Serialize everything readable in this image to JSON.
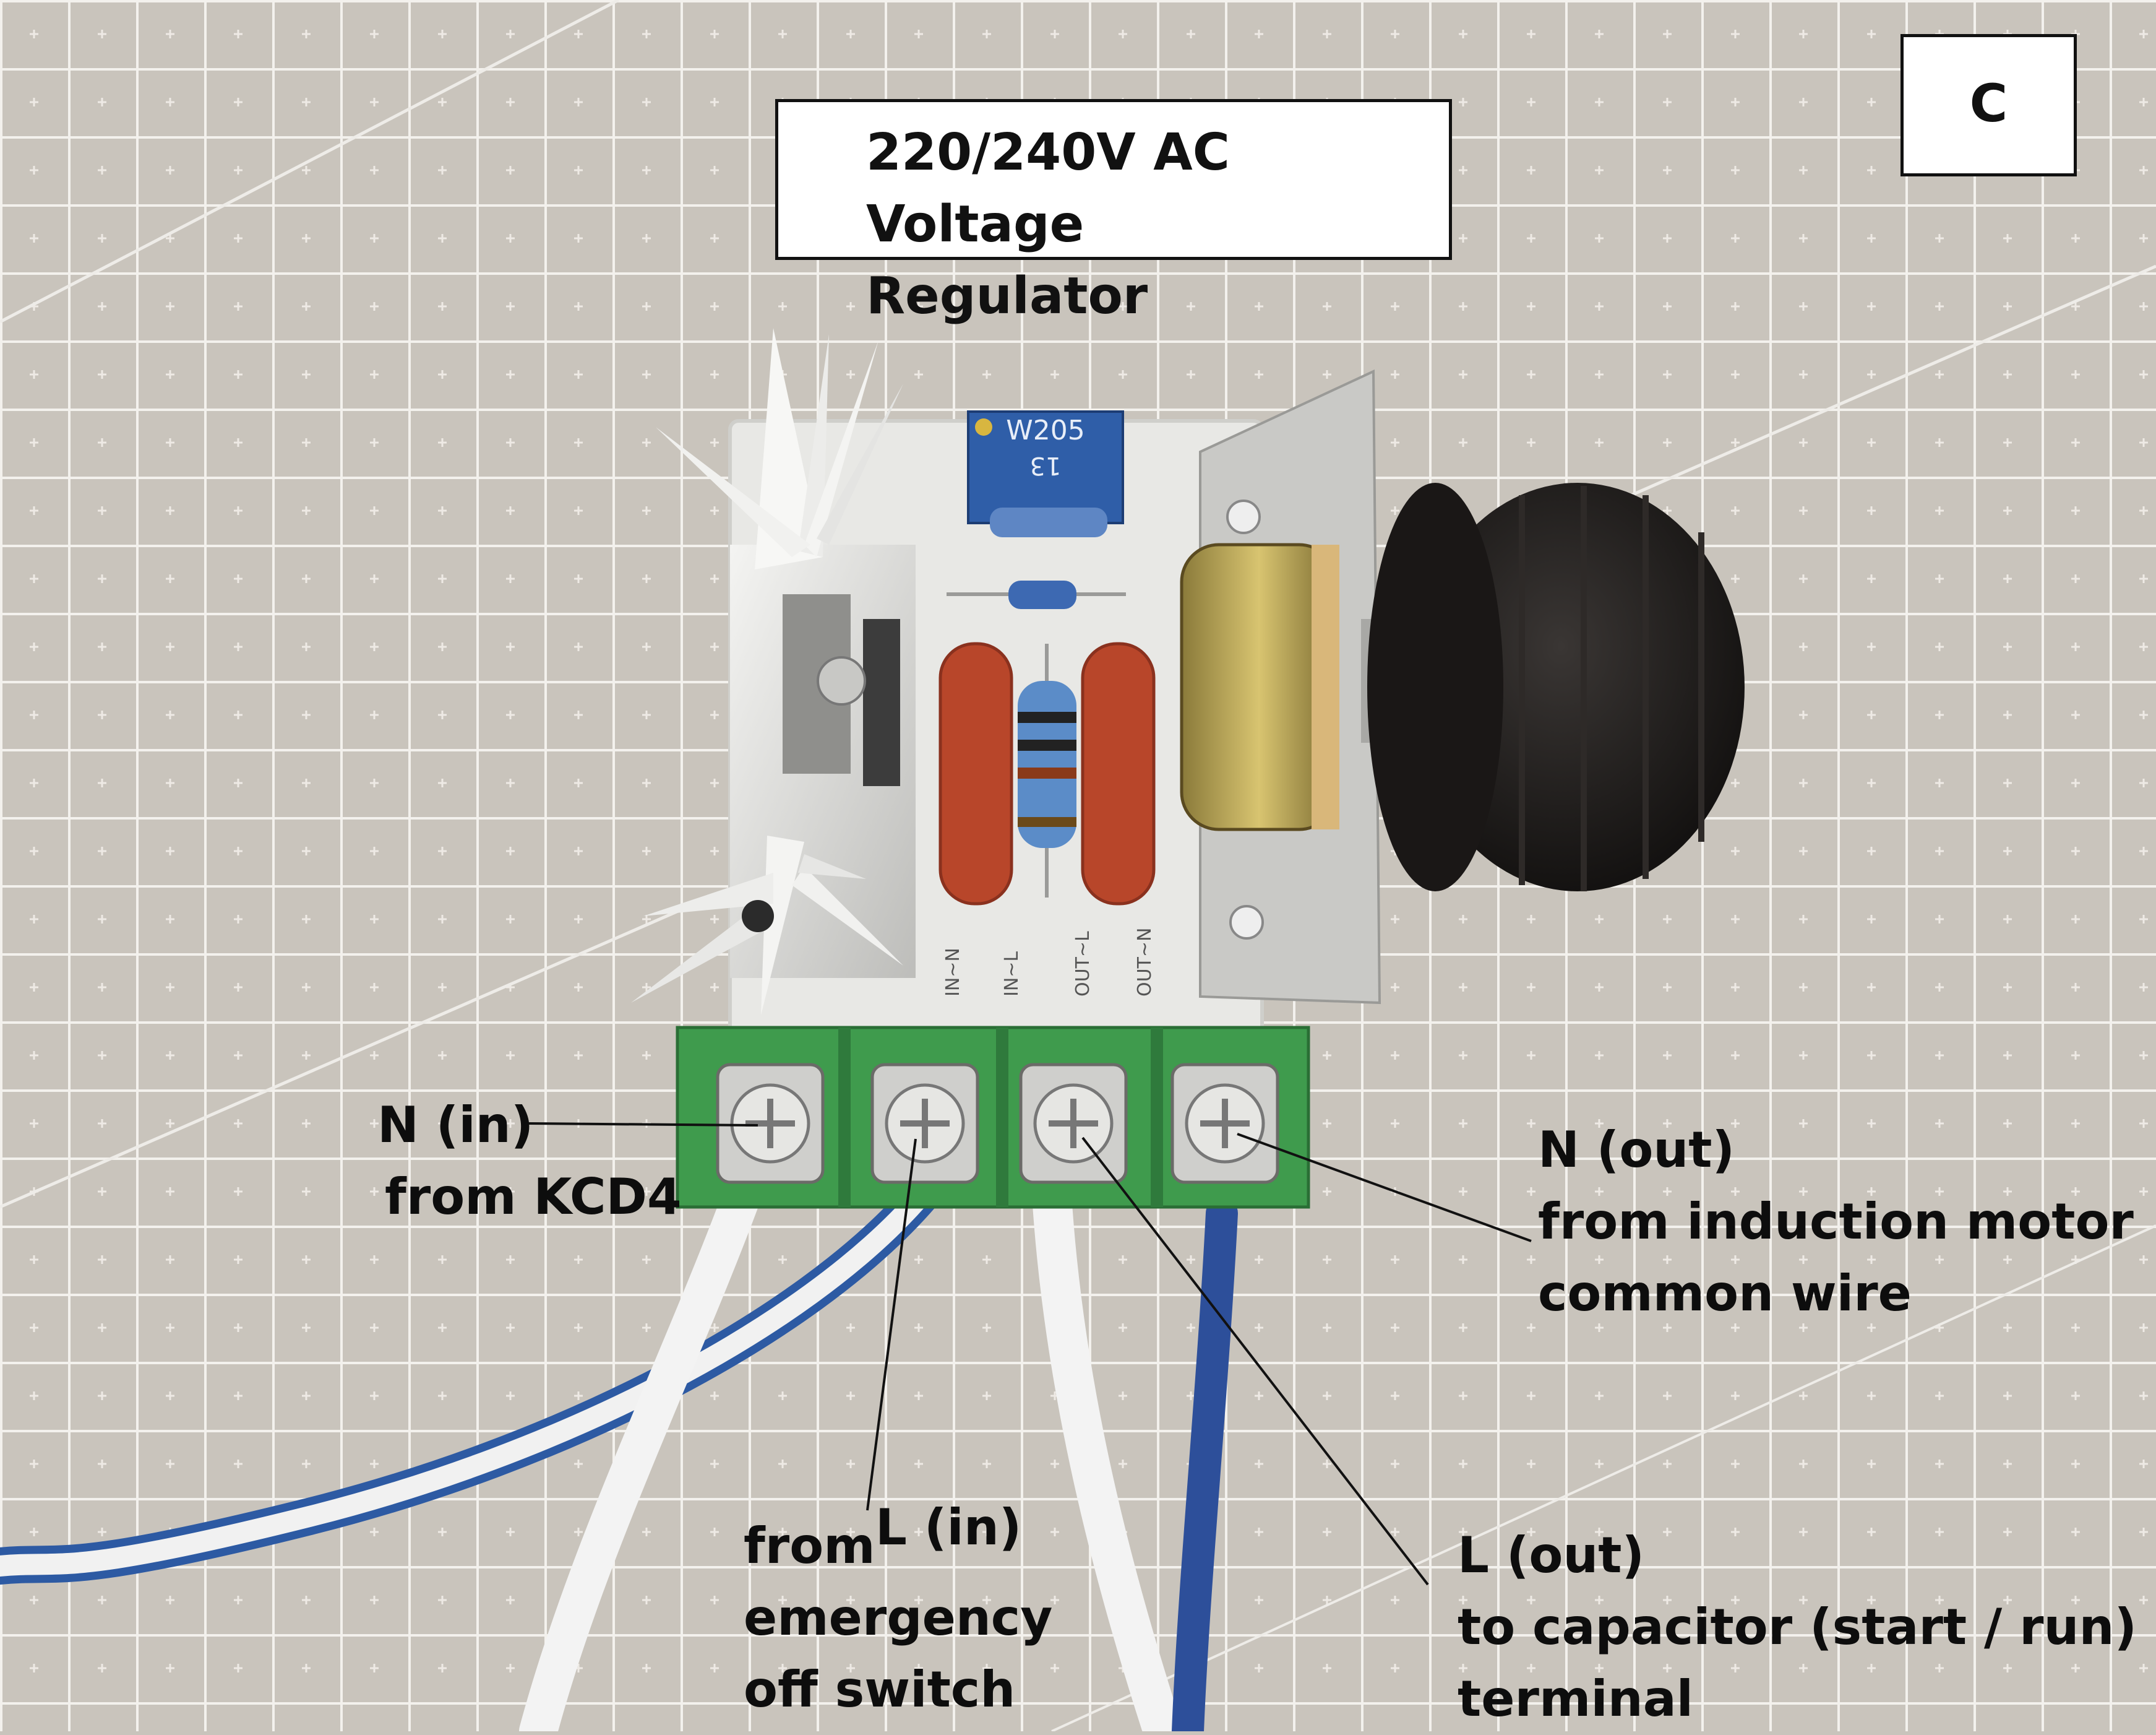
{
  "panel_letter": "C",
  "title": {
    "line1": "220/240V AC Voltage",
    "line2": "Regulator"
  },
  "component_markings": {
    "trimmer_top": "W205",
    "trimmer_bottom": "13"
  },
  "terminal_silkscreen": [
    "IN~N",
    "IN~L",
    "OUT~L",
    "OUT~N"
  ],
  "annotations": {
    "n_in": {
      "line1": "N (in)",
      "line2": "from KCD4"
    },
    "l_in": {
      "label": "L (in)",
      "line1": "from",
      "line2": "emergency",
      "line3": "off switch"
    },
    "n_out": {
      "line1": "N (out)",
      "line2": "from induction motor",
      "line3": "common wire"
    },
    "l_out": {
      "line1": "L (out)",
      "line2": "to capacitor (start / run)",
      "line3": "terminal"
    }
  },
  "colors": {
    "mat": "#c9c4bc",
    "grid": "#f2f0ec",
    "pcb": "#e9e9e6",
    "terminal_block": "#3f9b4d",
    "capacitor": "#b8462a",
    "knob": "#1e1b1a",
    "wire_blue": "#2d5aa3",
    "wire_white": "#f3f3f3"
  }
}
